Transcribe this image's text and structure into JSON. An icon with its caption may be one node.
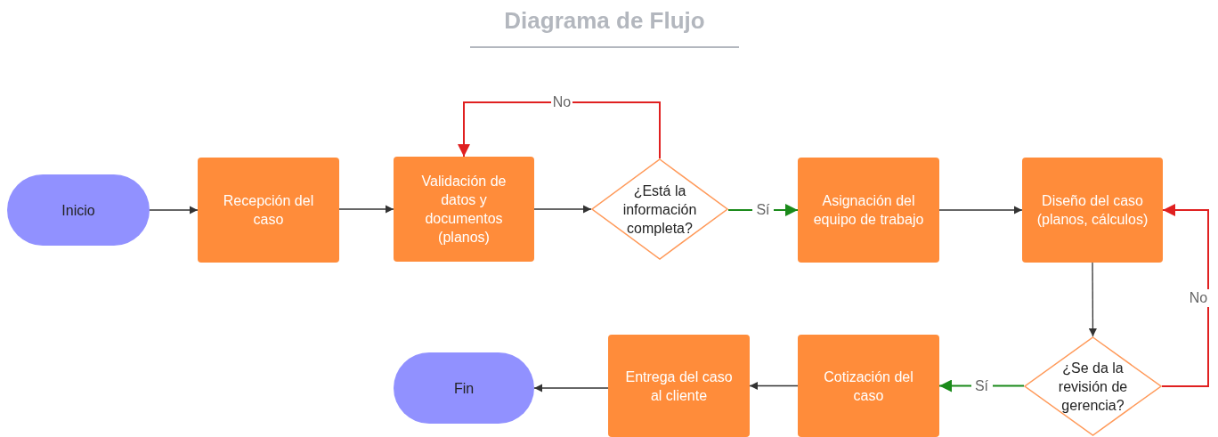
{
  "diagram": {
    "title": "Diagrama de Flujo",
    "nodes": [
      {
        "text": [
          "Inicio"
        ]
      },
      {
        "text": [
          "Recepción del caso"
        ]
      },
      {
        "text": [
          "Validación de datos y documentos (planos)"
        ]
      },
      {
        "text": [
          "¿Está la información completa?"
        ]
      },
      {
        "text": [
          "Asignación del equipo de trabajo"
        ]
      },
      {
        "text": [
          "Diseño del caso (planos, cálculos)"
        ]
      },
      {
        "text": [
          "¿Se da la revisión de gerencia?"
        ]
      },
      {
        "text": [
          "Cotización del caso"
        ]
      },
      {
        "text": [
          "Entrega del caso al cliente"
        ]
      },
      {
        "text": [
          "Fin"
        ]
      }
    ],
    "edges": [
      {
        "from": 0,
        "to": 1,
        "arrow": "to"
      },
      {
        "from": 1,
        "to": 2,
        "arrow": "to"
      },
      {
        "from": 2,
        "to": 3,
        "arrow": "to"
      },
      {
        "from": 3,
        "to": 4,
        "arrow": "to",
        "label": "Sí",
        "color": "#1a8a1a"
      },
      {
        "from": 3,
        "to": 2,
        "arrow": "to",
        "label": "No",
        "color": "#e02020"
      },
      {
        "from": 4,
        "to": 5,
        "arrow": "to"
      },
      {
        "from": 5,
        "to": 6,
        "arrow": "to"
      },
      {
        "from": 6,
        "to": 7,
        "arrow": "to",
        "label": "Sí",
        "color": "#1a8a1a"
      },
      {
        "from": 6,
        "to": 5,
        "arrow": "to",
        "label": "No",
        "color": "#e02020"
      },
      {
        "from": 7,
        "to": 8,
        "arrow": "to"
      },
      {
        "from": 8,
        "to": 9,
        "arrow": "to"
      }
    ]
  }
}
